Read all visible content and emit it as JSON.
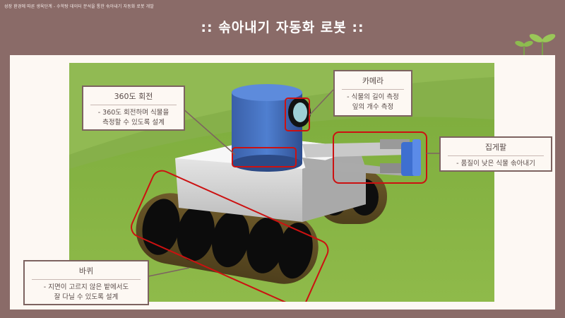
{
  "header": {
    "breadcrumb": "성장 환경에 따른 생육단계 - 수학탕 데이터 분석을 통한 솎아내기 자동화 로봇 개발",
    "title": ":: 솎아내기 자동화 로봇 ::"
  },
  "callouts": {
    "rotation": {
      "title": "360도 회전",
      "desc_1": "- 360도 회전하며 식물을",
      "desc_2": "측정할 수 있도록 설계"
    },
    "camera": {
      "title": "카메라",
      "desc_1": "- 식물의 길이 측정",
      "desc_2": "잎의 개수 측정"
    },
    "gripper": {
      "title": "집게팔",
      "desc_1": "- 품질이 낮은 식물 솎아내기"
    },
    "wheel": {
      "title": "바퀴",
      "desc_1": "- 지면이 고르지 않은 밭에서도",
      "desc_2": "잘 다닐 수 있도록 설계"
    }
  },
  "colors": {
    "background": "#8a6b68",
    "panel": "#fdf8f3",
    "highlight": "#cc1111",
    "callout_border": "#7d6360"
  }
}
